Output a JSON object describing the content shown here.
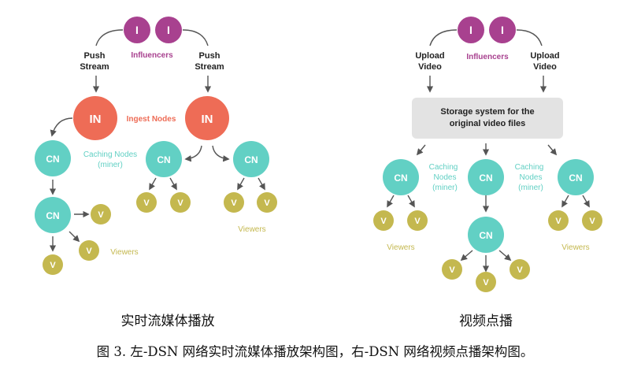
{
  "left": {
    "influencers_label": "Influencers",
    "push_stream_left": [
      "Push",
      "Stream"
    ],
    "push_stream_right": [
      "Push",
      "Stream"
    ],
    "ingest_label": "Ingest Nodes",
    "caching_label": [
      "Caching Nodes",
      "(miner)"
    ],
    "viewers_label_bottom": "Viewers",
    "viewers_label_right": "Viewers",
    "subtitle": "实时流媒体播放"
  },
  "right": {
    "influencers_label": "Influencers",
    "upload_left": [
      "Upload",
      "Video"
    ],
    "upload_right": [
      "Upload",
      "Video"
    ],
    "storage_label": [
      "Storage system for the",
      "original video files"
    ],
    "caching_label_left": [
      "Caching",
      "Nodes",
      "(miner)"
    ],
    "caching_label_right": [
      "Caching",
      "Nodes",
      "(miner)"
    ],
    "viewers_label_left": "Viewers",
    "viewers_label_right": "Viewers",
    "subtitle": "视频点播"
  },
  "node_text": {
    "influencer": "I",
    "ingest": "IN",
    "caching": "CN",
    "viewer": "V"
  },
  "caption": "图 3. 左-DSN 网络实时流媒体播放架构图，右-DSN 网络视频点播架构图。",
  "colors": {
    "influencer": "#a8418f",
    "ingest": "#ee6c56",
    "caching": "#62d0c4",
    "viewer": "#c4b84f",
    "viewer_text": "#c4b84f",
    "storage_box": "#e3e3e3",
    "arrow": "#555555"
  }
}
